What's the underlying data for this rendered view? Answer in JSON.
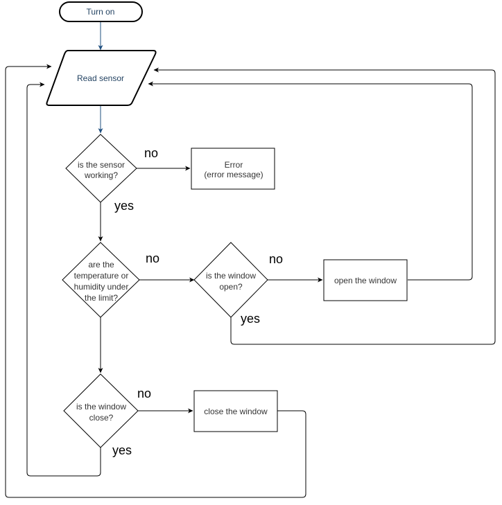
{
  "nodes": {
    "start": {
      "label": "Turn on"
    },
    "read_sensor": {
      "label": "Read sensor"
    },
    "sensor_working": {
      "line1": "is the sensor",
      "line2": "working?"
    },
    "error": {
      "line1": "Error",
      "line2": "(error message)"
    },
    "under_limit": {
      "line1": "are the",
      "line2": "temperature or",
      "line3": "humidity under",
      "line4": "the limit?"
    },
    "window_open": {
      "line1": "is the window",
      "line2": "open?"
    },
    "open_window": {
      "label": "open the window"
    },
    "window_close": {
      "line1": "is the window",
      "line2": "close?"
    },
    "close_window": {
      "label": "close the window"
    }
  },
  "edge_labels": {
    "sensor_no": "no",
    "sensor_yes": "yes",
    "limit_no": "no",
    "open_no": "no",
    "open_yes": "yes",
    "close_no": "no",
    "close_yes": "yes"
  },
  "colors": {
    "start_edge": "#1f4f7f",
    "default_edge": "#000000"
  }
}
